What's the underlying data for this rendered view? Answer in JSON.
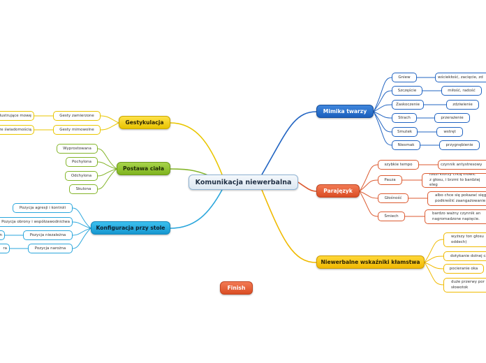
{
  "root": "Komunikacja niewerbalna",
  "finish": "Finish",
  "colors": {
    "yellow": "#e9c600",
    "green": "#84b52a",
    "cyan": "#2aa6dc",
    "blue": "#2164c2",
    "red": "#dc5a30",
    "gold": "#f0ba00"
  },
  "branches": {
    "gestykulacja": {
      "label": "Gestykulacja",
      "items": [
        "Gesty zamierzone",
        "Gesty mimowolne"
      ],
      "details": [
        "ilustrujące mowę",
        "ze świadomością"
      ]
    },
    "postawa": {
      "label": "Postawa ciała",
      "items": [
        "Wyprostowana",
        "Pochylona",
        "Odchylona",
        "Skulona"
      ]
    },
    "konfiguracja": {
      "label": "Konfiguracja przy stole",
      "items": [
        "Pozycja agresji i kontroli",
        "Pozycja obrony i współzawodnictwa",
        "Pozycja niezależna",
        "Pozycja narożna"
      ],
      "details": [
        "",
        "",
        "n",
        "ra"
      ]
    },
    "mimika": {
      "label": "Mimika twarzy",
      "items": [
        "Gniew",
        "Szczęście",
        "Zaskoczenie",
        "Strach",
        "Smutek",
        "Niesmak"
      ],
      "details": [
        "wściekłość, zacięcie, zd",
        "miłość, radość",
        "zdziwienie",
        "przerażenie",
        "wstręt",
        "przygnębienie"
      ]
    },
    "parajezyk": {
      "label": "Parajęzyk",
      "items": [
        "szybkie tempo",
        "Pauza",
        "Głośność",
        "Śmiech"
      ],
      "details": [
        "czynnik antystresowy",
        "ludzi którzy chcą mówić z głosu, i brzmi to bardziej eleg",
        "albo chce się pokazać sięg podkreślić zaangażowanie",
        "bardzo ważny czynnik an nagromadzone napięcie."
      ]
    },
    "klamstwo": {
      "label": "Niewerbalne wskaźniki kłamstwa",
      "items": [
        "wyższy ton głosu oddech)",
        "dotykanie dolnej cz",
        "pocieranie oka",
        "duże przerwy por słowotok"
      ]
    }
  }
}
